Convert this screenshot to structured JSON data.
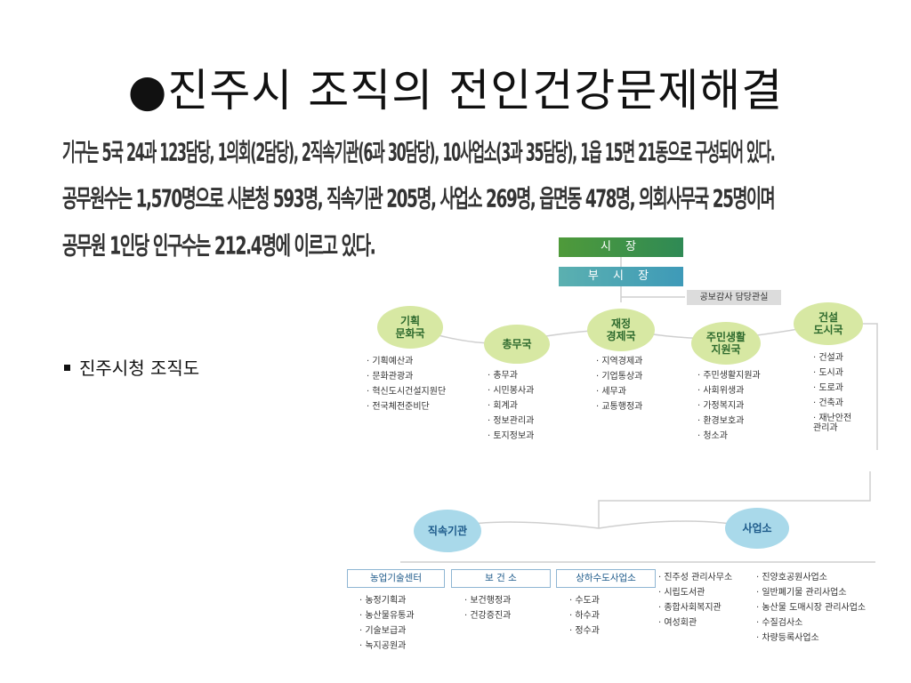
{
  "title": "●진주시 조직의 전인건강문제해결",
  "intro": [
    "기구는 5국 24과 123담당, 1의회(2담당), 2직속기관(6과 30담당), 10사업소(3과 35담당), 1읍 15면 21동으로 구성되어 있다.",
    "공무원수는 1,570명으로 시본청 593명, 직속기관 205명, 사업소 269명, 읍면동 478명, 의회사무국 25명이며",
    "공무원 1인당 인구수는 212.4명에 이르고 있다."
  ],
  "bullet_label": "진주시청 조직도",
  "org": {
    "mayor": "시 장",
    "vice_mayor": "부 시 장",
    "audit": "공보감사 담당관실",
    "bureaus": [
      {
        "name": "기획\n문화국",
        "items": [
          "기획예산과",
          "문화관광과",
          "혁신도시건설지원단",
          "전국체전준비단"
        ]
      },
      {
        "name": "총무국",
        "items": [
          "총무과",
          "시민봉사과",
          "회계과",
          "정보관리과",
          "토지정보과"
        ]
      },
      {
        "name": "재정\n경제국",
        "items": [
          "지역경제과",
          "기업통상과",
          "세무과",
          "교통행정과"
        ]
      },
      {
        "name": "주민생활\n지원국",
        "items": [
          "주민생활지원과",
          "사회위생과",
          "가정복지과",
          "환경보호과",
          "청소과"
        ]
      },
      {
        "name": "건설\n도시국",
        "items": [
          "건설과",
          "도시과",
          "도로과",
          "건축과",
          "재난안전\n관리과"
        ]
      }
    ],
    "direct": {
      "name": "직속기관",
      "units": [
        {
          "name": "농업기술센터",
          "items": [
            "농정기획과",
            "농산물유통과",
            "기술보급과",
            "녹지공원과"
          ]
        },
        {
          "name": "보 건 소",
          "items": [
            "보건행정과",
            "건강증진과"
          ]
        }
      ]
    },
    "offices": {
      "name": "사업소",
      "units": [
        {
          "name": "상하수도사업소",
          "items": [
            "수도과",
            "하수과",
            "정수과"
          ]
        }
      ],
      "col2": [
        "진주성 관리사무소",
        "시립도서관",
        "종합사회복지관",
        "여성회관"
      ],
      "col3": [
        "진양호공원사업소",
        "일반폐기물 관리사업소",
        "농산물 도매시장 관리사업소",
        "수질검사소",
        "차량등록사업소"
      ]
    }
  }
}
